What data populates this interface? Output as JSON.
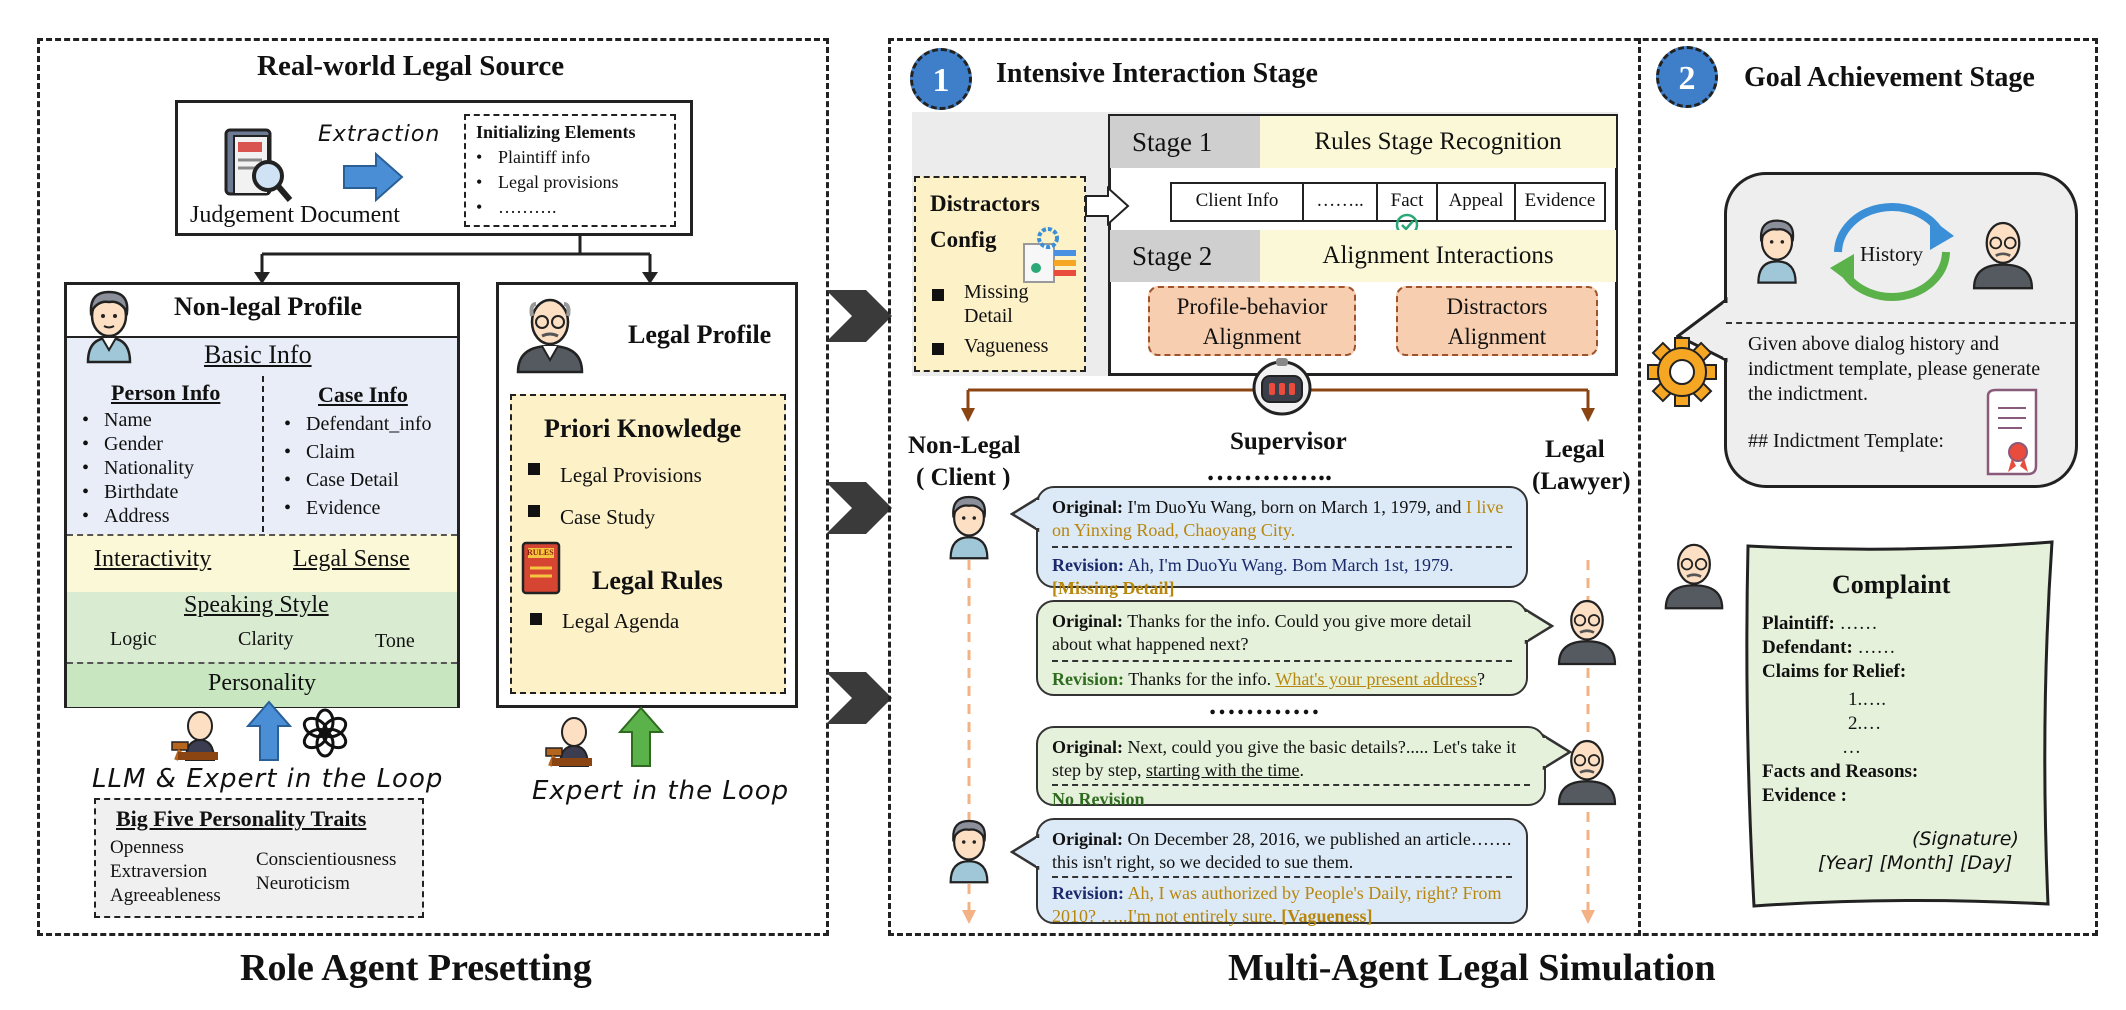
{
  "left": {
    "source_title": "Real-world Legal Source",
    "judgement_document": "Judgement Document",
    "extraction": "Extraction",
    "init_title": "Initializing Elements",
    "init_items": [
      "Plaintiff info",
      "Legal provisions",
      "………."
    ],
    "nonlegal_title": "Non-legal Profile",
    "basic_info": "Basic Info",
    "person_info_title": "Person Info",
    "person_items": [
      "Name",
      "Gender",
      "Nationality",
      "Birthdate",
      "Address"
    ],
    "case_info_title": "Case Info",
    "case_items": [
      "Defendant_info",
      "Claim",
      "Case Detail",
      "Evidence"
    ],
    "interactivity": "Interactivity",
    "legal_sense": "Legal Sense",
    "speaking_style": "Speaking Style",
    "style_items": [
      "Logic",
      "Clarity",
      "Tone"
    ],
    "personality": "Personality",
    "legal_profile": "Legal Profile",
    "priori_title": "Priori Knowledge",
    "priori_items": [
      "Legal Provisions",
      "Case Study"
    ],
    "rules_badge": "RULES",
    "legal_rules": "Legal Rules",
    "rules_items": [
      "Legal Agenda"
    ],
    "llm_loop": "LLM & Expert in the Loop",
    "expert_loop": "Expert in the Loop",
    "big_five_title": "Big Five Personality Traits",
    "big_five_col1": [
      "Openness",
      "Extraversion",
      "Agreeableness"
    ],
    "big_five_col2": [
      "Conscientiousness",
      "Neuroticism"
    ],
    "section_title": "Role Agent Presetting"
  },
  "middle": {
    "stage_num": "1",
    "stage_title": "Intensive Interaction Stage",
    "stage1_label": "Stage 1",
    "stage1_title": "Rules Stage Recognition",
    "stage_cells": [
      "Client Info",
      "……..",
      "Fact",
      "Appeal",
      "Evidence"
    ],
    "stage2_label": "Stage 2",
    "stage2_title": "Alignment Interactions",
    "align1": "Profile-behavior Alignment",
    "align2": "Distractors Alignment",
    "distractors_title": "Distractors Config",
    "distractor_items": [
      "Missing Detail",
      "Vagueness"
    ],
    "nonlegal_label_1": "Non-Legal",
    "nonlegal_label_2": "( Client )",
    "supervisor": "Supervisor",
    "legal_label_1": "Legal",
    "legal_label_2": "(Lawyer)",
    "dots1": "…………..",
    "dots2": "…………",
    "b1_orig_label": "Original:",
    "b1_orig_a": "I'm DuoYu Wang, born on March 1, 1979, and ",
    "b1_orig_b": "I live on Yinxing Road, Chaoyang City.",
    "b1_rev_label": "Revision:",
    "b1_rev": "Ah, I'm DuoYu Wang. Bom March 1st, 1979.",
    "b1_tag": "[Missing Detail]",
    "b2_orig_label": "Original:",
    "b2_orig": "Thanks for the info. Could you give more detail about what happened next?",
    "b2_rev_label": "Revision:",
    "b2_rev_a": "Thanks for the info. ",
    "b2_rev_b": "What's your present address",
    "b2_rev_c": "?",
    "b3_orig_label": "Original:",
    "b3_orig_a": "Next, could you give the basic details?..... Let's take it step by step, ",
    "b3_orig_b": "starting with the time",
    "b3_orig_c": ".",
    "b3_norev": "No Revision",
    "b4_orig_label": "Original:",
    "b4_orig": "On December 28, 2016, we published an article……. this isn't right, so we decided to sue them.",
    "b4_rev_label": "Revision:",
    "b4_rev": "Ah, I was authorized by People's Daily, right? From 2010? …..I'm not entirely sure. ",
    "b4_tag": "[Vagueness]",
    "section_title": "Multi-Agent Legal Simulation"
  },
  "right": {
    "stage_num": "2",
    "stage_title": "Goal Achievement Stage",
    "history": "History",
    "prompt": "Given above dialog history and indictment template, please generate the indictment.",
    "template_label": "## Indictment Template:",
    "complaint_title": "Complaint",
    "plaintiff": "Plaintiff:",
    "plaintiff_v": "……",
    "defendant": "Defendant:",
    "defendant_v": "……",
    "claims": "Claims for Relief:",
    "claim1": "1.….",
    "claim2": "2.…",
    "claim3": "…",
    "facts": "Facts and Reasons:",
    "evidence": "Evidence :",
    "signature": "(Signature)",
    "date": "[Year] [Month] [Day]"
  },
  "colors": {
    "basic_info_bg": "#e8edf7",
    "interactivity_bg": "#fbf8d8",
    "speaking_bg": "#d9ecd2",
    "personality_bg": "#c8e6bf",
    "knowledge_bg": "#fdf1c7",
    "alignment_bg": "#f7cfb0",
    "client_bubble": "#dce9f6",
    "lawyer_bubble": "#e6f1dc",
    "complaint_bg": "#e6f1dc",
    "accent_blue": "#3f7fc9",
    "accent_brown": "#8b4513"
  }
}
